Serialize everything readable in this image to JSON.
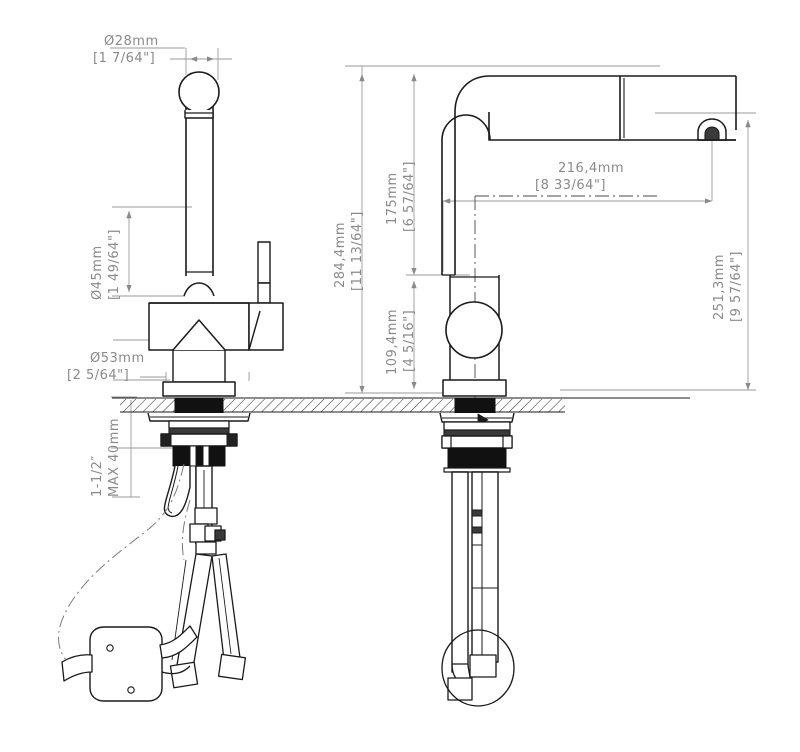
{
  "drawing": {
    "title": "Kitchen faucet technical dimension drawing",
    "units_note": "Metric with imperial equivalents in brackets",
    "line_color": "#1a1a1a",
    "dimension_color": "#8a8a8a",
    "hatch_color": "#4a4a4a",
    "background": "#ffffff"
  },
  "views": {
    "front": {
      "name": "front-elevation-view",
      "label": "Front view of faucet with side lever handle"
    },
    "side": {
      "name": "side-elevation-view",
      "label": "Side view of faucet with L-shaped pull-out spout"
    }
  },
  "dimensions": {
    "spout_diameter": {
      "name": "spout-diameter-dimension",
      "metric": "Ø28mm",
      "imperial": "[1  7/64\"]",
      "orientation": "horizontal"
    },
    "body_diameter": {
      "name": "body-diameter-dimension",
      "metric": "Ø45mm",
      "imperial": "[1  49/64\"]",
      "orientation": "vertical"
    },
    "base_diameter": {
      "name": "base-diameter-dimension",
      "metric": "Ø53mm",
      "imperial": "[2  5/64\"]",
      "orientation": "horizontal"
    },
    "counter_thickness": {
      "name": "counter-thickness-dimension",
      "line1": "1-1/2″",
      "line2": "MAX 40mm",
      "orientation": "vertical"
    },
    "total_height": {
      "name": "total-height-dimension",
      "metric": "284,4mm",
      "imperial": "[11 13/64\"]",
      "orientation": "vertical"
    },
    "spout_height": {
      "name": "spout-height-dimension",
      "metric": "175mm",
      "imperial": "[6  57/64\"]",
      "orientation": "vertical"
    },
    "body_height": {
      "name": "body-height-dimension",
      "metric": "109,4mm",
      "imperial": "[4  5/16\"]",
      "orientation": "vertical"
    },
    "spout_reach": {
      "name": "spout-reach-dimension",
      "metric": "216,4mm",
      "imperial": "[8  33/64\"]",
      "orientation": "horizontal"
    },
    "spout_outlet_height": {
      "name": "spout-outlet-height-dimension",
      "metric": "251,3mm",
      "imperial": "[9  57/64\"]",
      "orientation": "vertical"
    }
  },
  "components": {
    "counter": {
      "name": "countertop-section",
      "label": "Hatched countertop cross-section"
    },
    "hoses": {
      "name": "supply-hoses",
      "label": "Flexible supply hoses"
    },
    "weight": {
      "name": "pull-down-counterweight",
      "label": "Hose counterweight block"
    },
    "connector": {
      "name": "hose-connector-block",
      "label": "Quick connector fitting"
    },
    "mounting": {
      "name": "mounting-hardware",
      "label": "Under-counter mounting nut and washer"
    },
    "nozzle": {
      "name": "pull-out-spray-nozzle",
      "label": "Pull-out spray head release"
    },
    "handle": {
      "name": "lever-handle",
      "label": "Side lever control handle"
    }
  }
}
